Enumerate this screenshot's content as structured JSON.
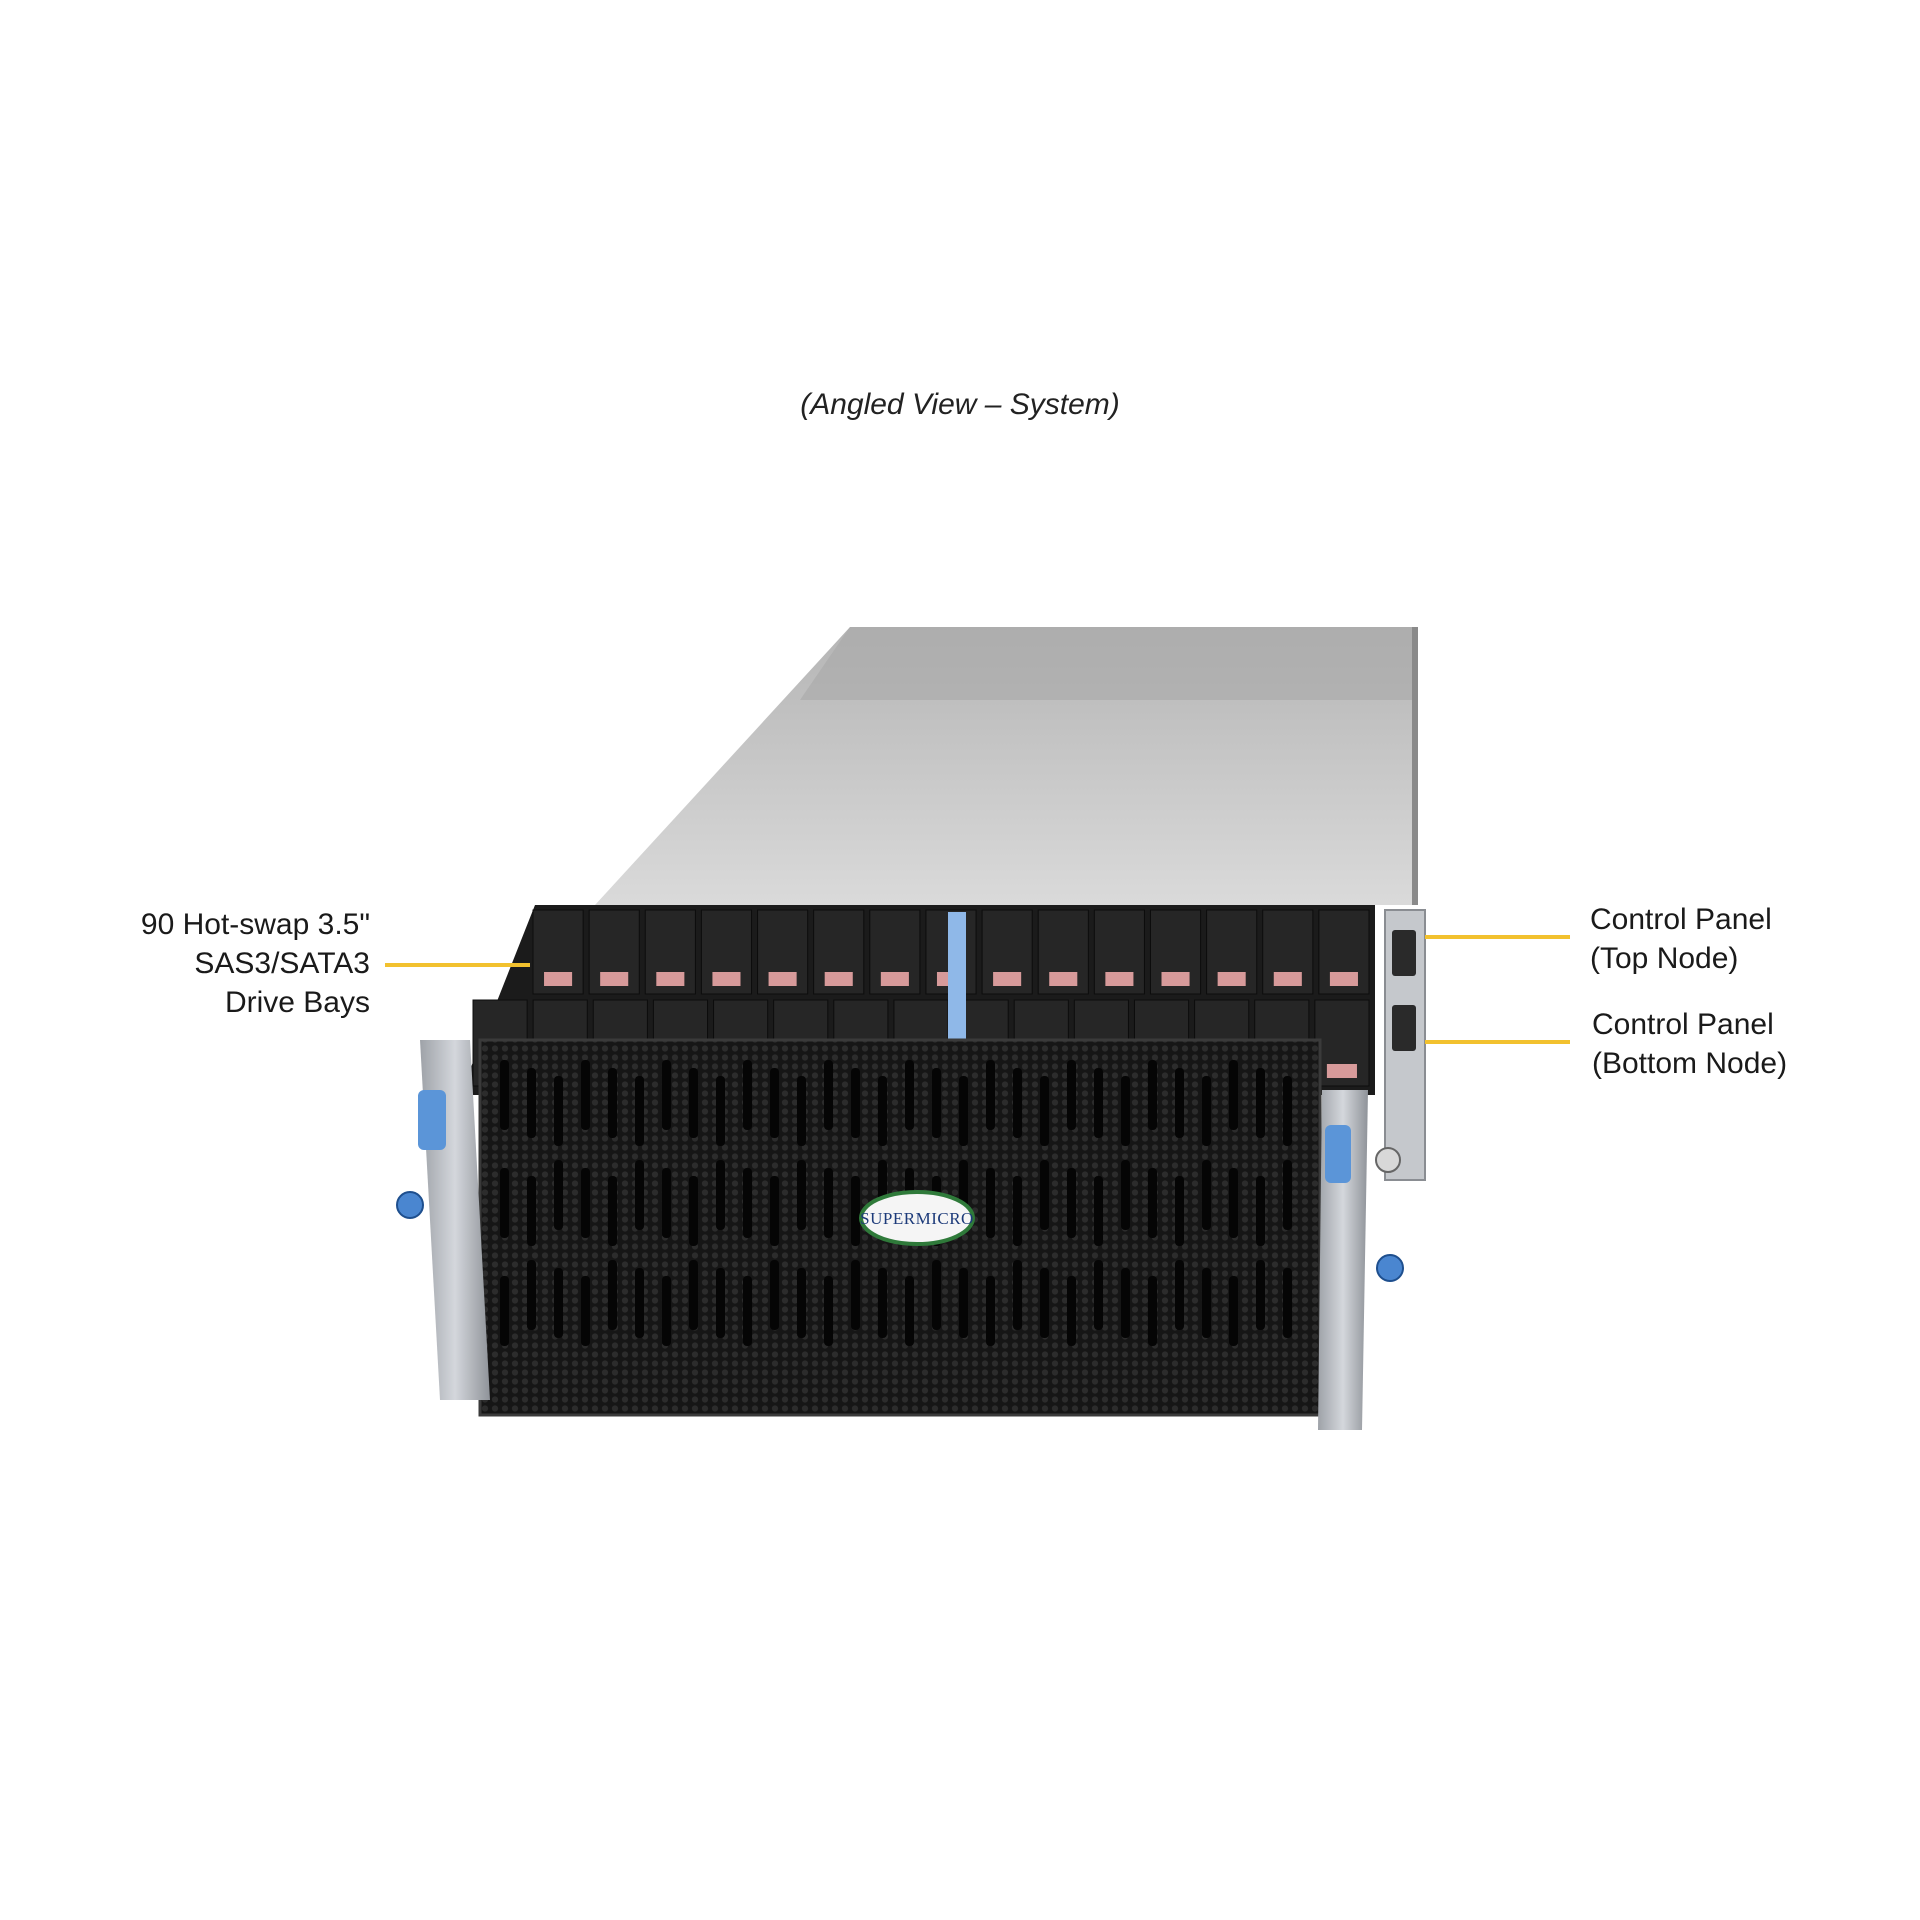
{
  "caption": "(Angled View – System)",
  "callouts": {
    "drive_bays": [
      "90 Hot-swap 3.5\"",
      "SAS3/SATA3",
      "Drive Bays"
    ],
    "control_panel_top": [
      "Control Panel",
      "(Top Node)"
    ],
    "control_panel_bottom": [
      "Control Panel",
      "(Bottom Node)"
    ]
  },
  "logo": "SUPERMICRO",
  "colors": {
    "leader_line": "#f2c12e",
    "chassis_top": "#c9c9c9",
    "front_grille": "#141414",
    "rails": "#b9bcc2",
    "drive_handle": "#d79a9a",
    "blue_latch": "#5b95d8"
  }
}
